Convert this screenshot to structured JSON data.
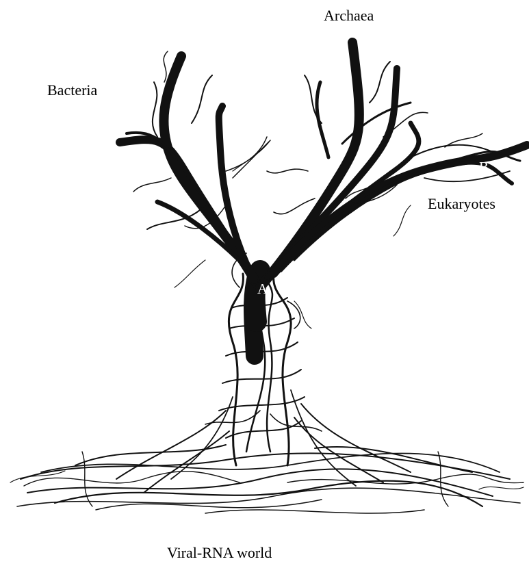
{
  "labels": {
    "archaea": "Archaea",
    "bacteria": "Bacteria",
    "eukaryotes": "Eukaryotes",
    "root": "Viral-RNA world"
  },
  "nodes": {
    "a": "A",
    "b": "B"
  },
  "colors": {
    "ink": "#111111",
    "background": "#ffffff",
    "node_label": "#ffffff"
  }
}
